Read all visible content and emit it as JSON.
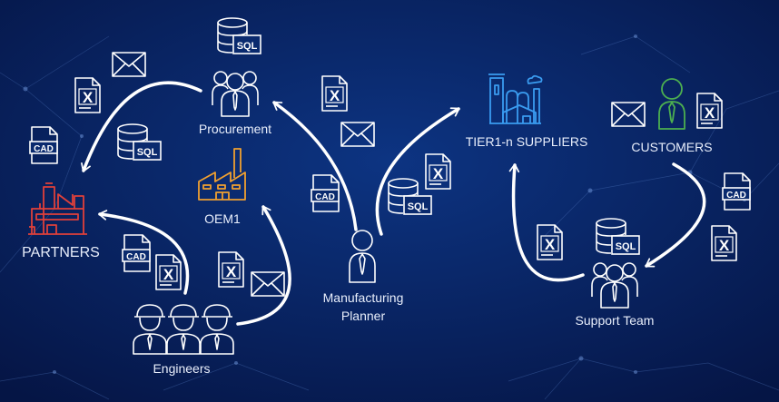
{
  "diagram": {
    "nodes": {
      "procurement": "Procurement",
      "partners": "PARTNERS",
      "oem": "OEM1",
      "engineers": "Engineers",
      "planner_line1": "Manufacturing",
      "planner_line2": "Planner",
      "suppliers": "TIER1-n SUPPLIERS",
      "customers": "CUSTOMERS",
      "support": "Support Team"
    },
    "icon_labels": {
      "excel": "X",
      "cad": "CAD",
      "sql": "SQL"
    },
    "colors": {
      "background": "#0a2a6e",
      "partners": "#e0403a",
      "oem": "#f0a030",
      "suppliers": "#3a9cf0",
      "customers": "#4caf50",
      "arrows": "#ffffff"
    },
    "flows": [
      {
        "from": "Procurement",
        "to": "PARTNERS"
      },
      {
        "from": "Engineers",
        "to": "PARTNERS"
      },
      {
        "from": "Engineers",
        "to": "OEM1"
      },
      {
        "from": "Manufacturing Planner",
        "to": "Procurement"
      },
      {
        "from": "Manufacturing Planner",
        "to": "TIER1-n SUPPLIERS"
      },
      {
        "from": "Support Team",
        "to": "TIER1-n SUPPLIERS"
      },
      {
        "from": "CUSTOMERS",
        "to": "Support Team"
      }
    ]
  }
}
